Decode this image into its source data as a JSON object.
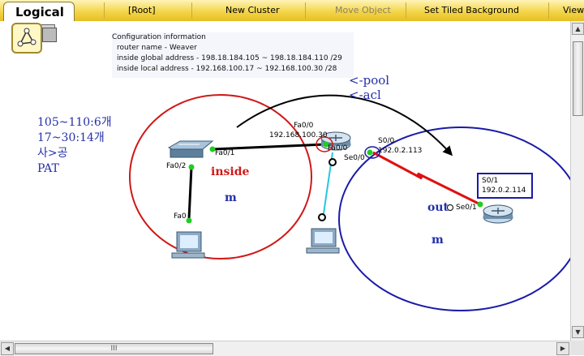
{
  "toolbar": {
    "tab_label": "Logical",
    "items": [
      "[Root]",
      "New Cluster",
      "Move Object",
      "Set Tiled Background",
      "View"
    ]
  },
  "config_info": {
    "title": "Configuration information",
    "router_name": "router name - Weaver",
    "inside_global": "inside global address - 198.18.184.105 ~ 198.18.184.110 /29",
    "inside_local": "inside local address - 192.168.100.17 ~ 192.168.100.30 /28"
  },
  "notes": {
    "pool": "<-pool",
    "acl": "<-acl",
    "calc_line1": "105~110:6개",
    "calc_line2": "17~30:14개",
    "calc_line3": "사>공",
    "calc_line4": "PAT"
  },
  "annotations": {
    "inside": "inside",
    "inside_m": "m",
    "out": "out",
    "out_m": "m"
  },
  "labels": {
    "switch_fa01": "Fa0/1",
    "switch_fa02": "Fa0/2",
    "pc_fa0": "Fa0",
    "router_fa00_top": "Fa0/0",
    "router_fa00_ip": "192.168.100.30",
    "router_fa00_side": "Fa0/0",
    "router_s00": "S0/0",
    "router_s00_ip": "192.0.2.113",
    "router_se00": "Se0/0",
    "isp_box_line1": "S0/1",
    "isp_box_line2": "192.0.2.114",
    "isp_se01": "Se0/1"
  },
  "scrollbar": {
    "h_thumb_grip": "III"
  },
  "colors": {
    "toolbar": "#f3d54a",
    "inside_circle": "#d01818",
    "outside_circle": "#1a1aa8",
    "serial_link": "#e01010",
    "ethernet_link": "#000000",
    "port_up": "#22cc22",
    "handwriting": "#2430a8"
  }
}
